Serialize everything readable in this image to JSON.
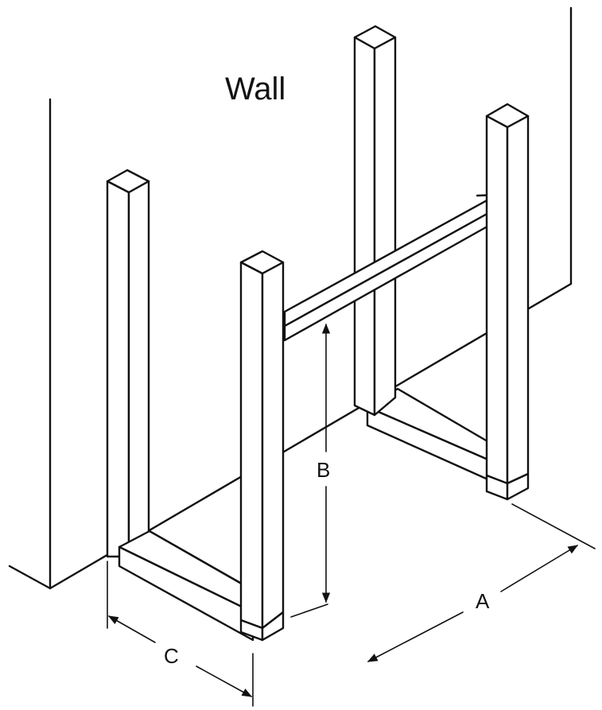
{
  "title": "Wall",
  "dimensions": {
    "a": "A",
    "b": "B",
    "c": "C"
  }
}
